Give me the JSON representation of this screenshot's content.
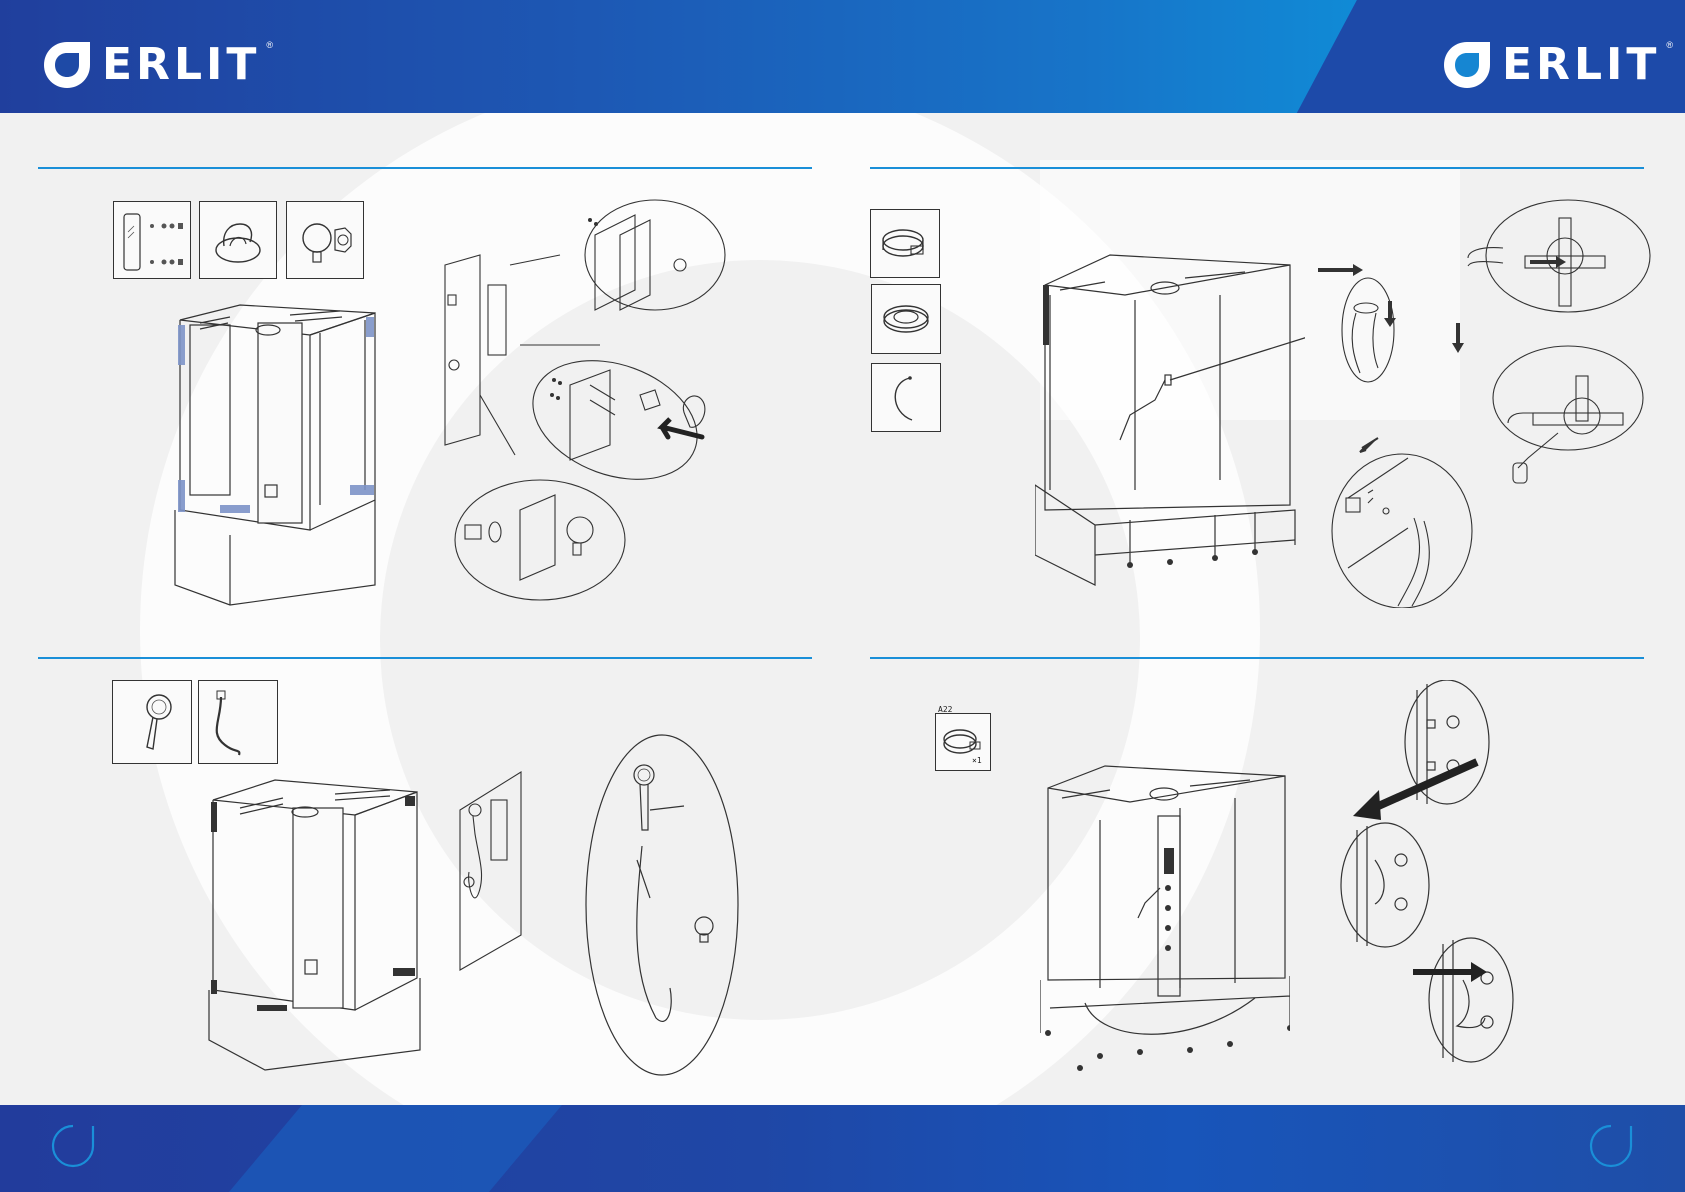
{
  "brand": {
    "name": "ERLIT",
    "registered_mark": "®",
    "primary_color": "#1e58b4",
    "accent_color": "#1a8fd8"
  },
  "icons": {
    "logo": "erlit-drop-logo",
    "footer": "drop-outline-icon"
  },
  "steps": {
    "hand_shower_holder": {
      "parts": [
        "panel-with-fittings",
        "shower-holder",
        "hose-outlet-elbow"
      ]
    },
    "water_connection": {
      "parts": [
        "hose-clamp",
        "gasket-ring",
        "hose-section"
      ]
    },
    "hand_shower": {
      "parts": [
        "hand-shower-head",
        "shower-hose"
      ]
    },
    "hose_clamps": {
      "parts": [
        "clamp"
      ],
      "kit_code": "A22",
      "kit_qty": "×1"
    }
  }
}
